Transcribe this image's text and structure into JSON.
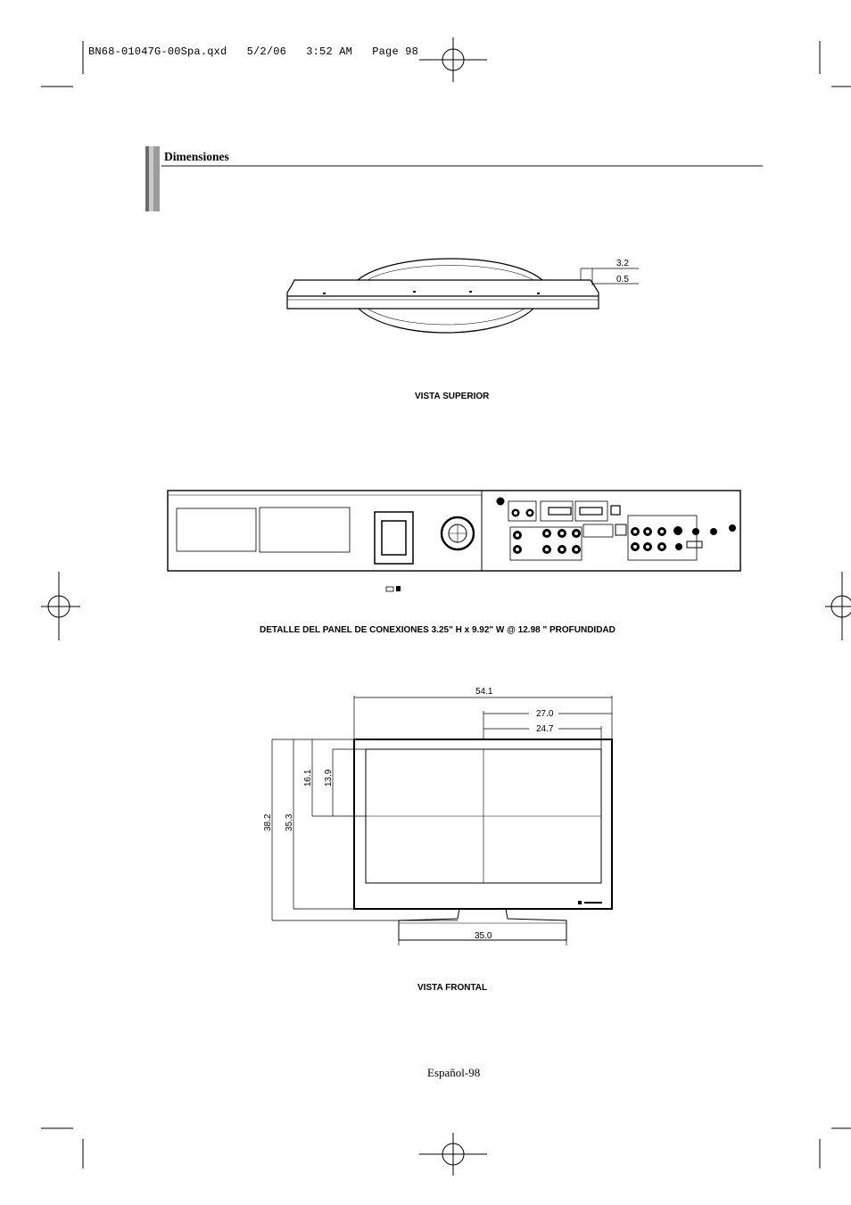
{
  "slug": "BN68-01047G-00Spa.qxd   5/2/06   3:52 AM   Page 98",
  "section": {
    "title": "Dimensiones"
  },
  "top_view": {
    "caption": "VISTA SUPERIOR",
    "dims": {
      "depth_total": "3.2",
      "depth_bezel": "0.5"
    }
  },
  "panel_view": {
    "caption": "DETALLE DEL PANEL DE CONEXIONES 3.25\" H x 9.92\" W  @  12.98 \" PROFUNDIDAD"
  },
  "front_view": {
    "caption": "VISTA FRONTAL",
    "dims": {
      "width": "54.1",
      "half_width": "27.0",
      "screen_half_width": "24.7",
      "height_total": "38.2",
      "height_body": "35.3",
      "height_upper": "16.1",
      "screen_half_height": "13.9",
      "stand_width": "35.0"
    }
  },
  "footer": {
    "page_label": "Español-98"
  }
}
